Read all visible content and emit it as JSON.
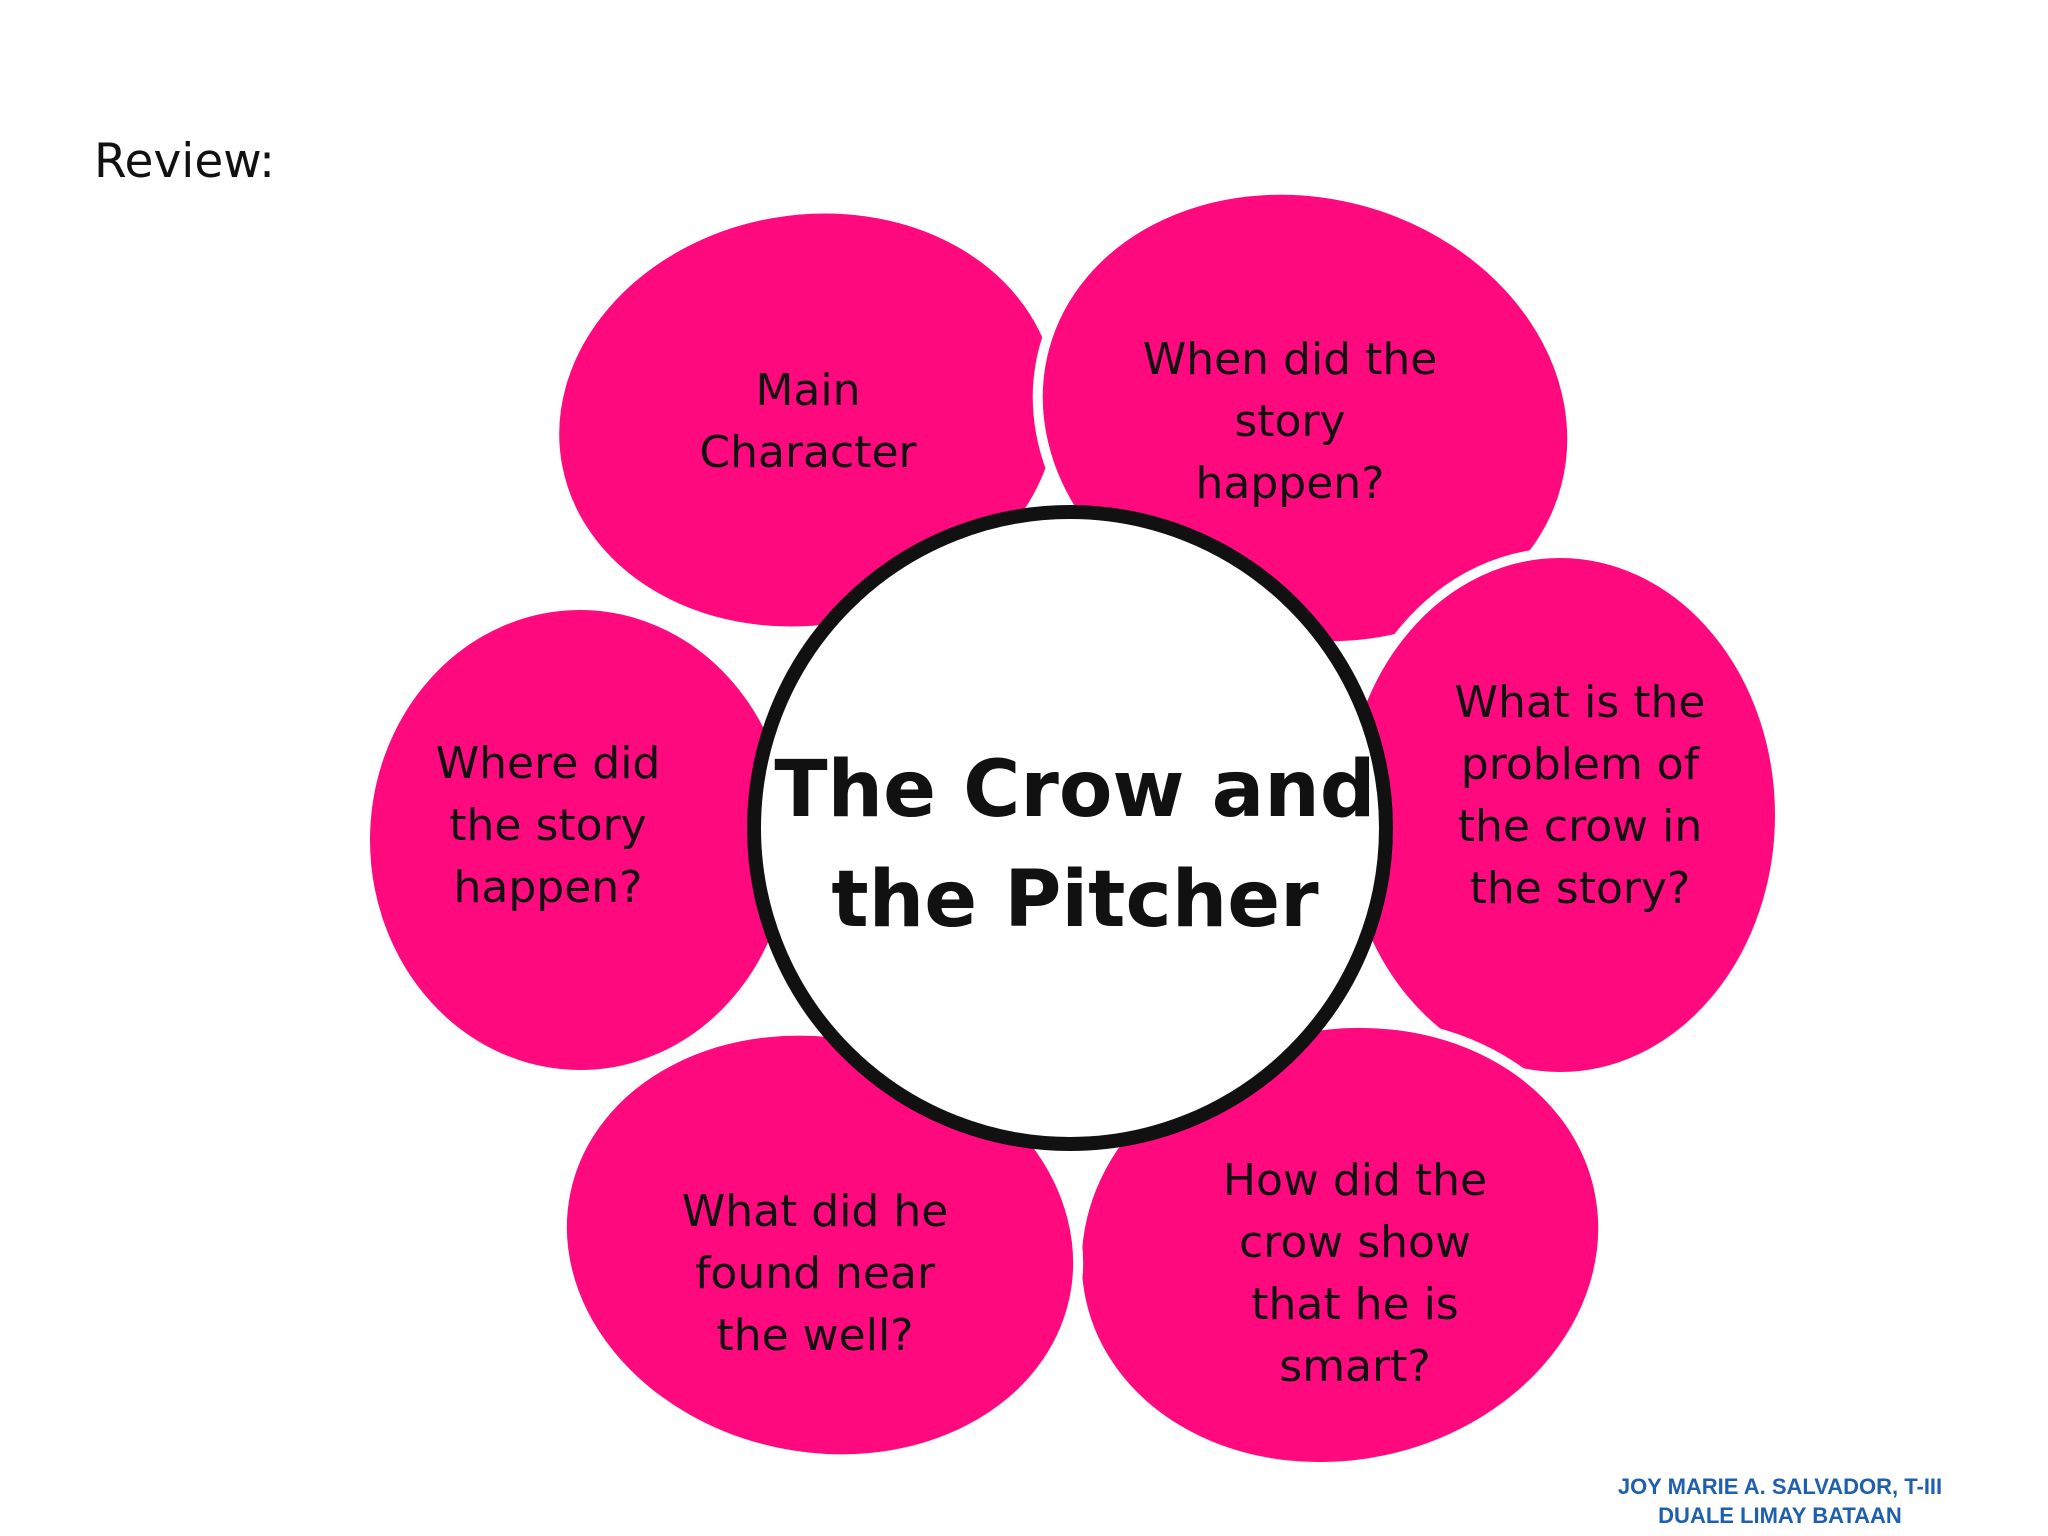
{
  "slide": {
    "heading": "Review:"
  },
  "flower": {
    "center_title": "The Crow and\nthe  Pitcher",
    "petal_color": "#ff0a7e",
    "center_fill": "#ffffff",
    "center_stroke": "#111111",
    "petals": [
      {
        "id": "top-left",
        "text": "Main\nCharacter"
      },
      {
        "id": "top-right",
        "text": "When did the\nstory\nhappen?"
      },
      {
        "id": "right",
        "text": "What is the\nproblem of\nthe crow in\nthe story?"
      },
      {
        "id": "bottom-right",
        "text": "How did the\ncrow show\nthat he is\nsmart?"
      },
      {
        "id": "bottom-left",
        "text": "What did he\nfound near\nthe well?"
      },
      {
        "id": "left",
        "text": "Where did\nthe story\nhappen?"
      }
    ]
  },
  "footer": {
    "credit_line1": "JOY MARIE A. SALVADOR, T-III",
    "credit_line2": "DUALE LIMAY BATAAN"
  }
}
